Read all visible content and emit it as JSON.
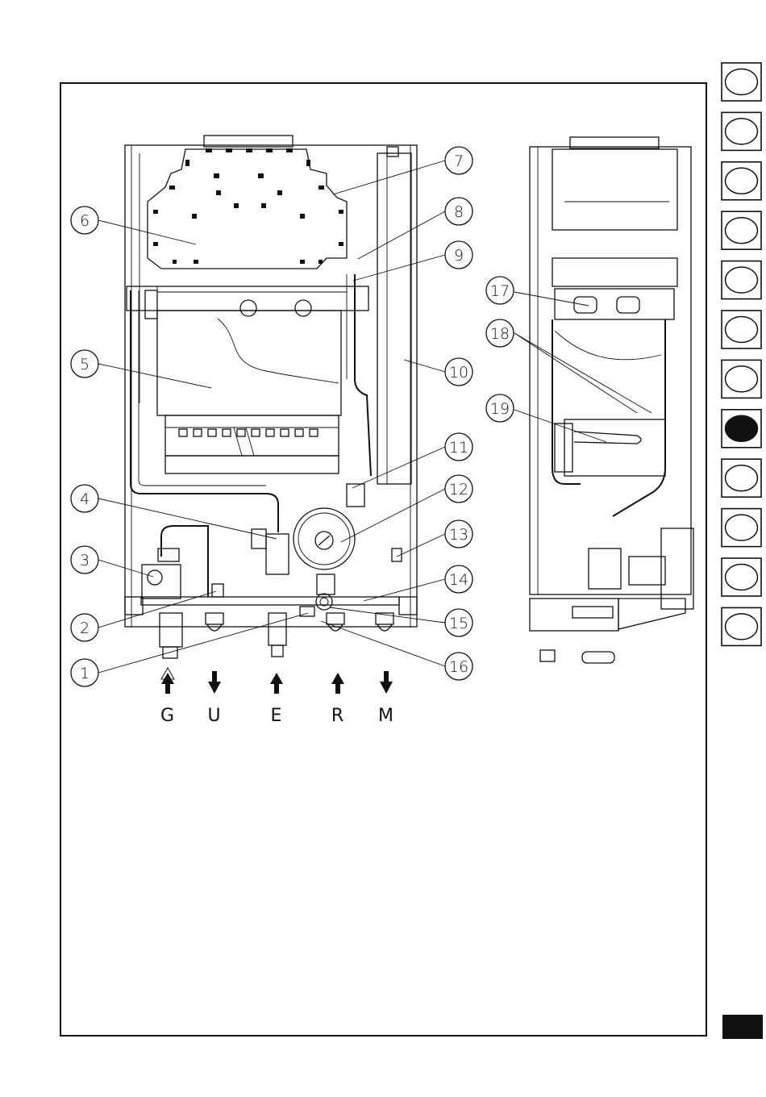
{
  "callouts": [
    "1",
    "2",
    "3",
    "4",
    "5",
    "6",
    "7",
    "8",
    "9",
    "10",
    "11",
    "12",
    "13",
    "14",
    "15",
    "16",
    "17",
    "18",
    "19"
  ],
  "connections": [
    {
      "letter": "G",
      "direction": "in"
    },
    {
      "letter": "U",
      "direction": "out"
    },
    {
      "letter": "E",
      "direction": "in"
    },
    {
      "letter": "R",
      "direction": "in"
    },
    {
      "letter": "M",
      "direction": "out"
    }
  ],
  "flag_tabs": {
    "count": 12,
    "active_index": 7
  },
  "colors": {
    "ink": "#111111",
    "paper": "#ffffff"
  }
}
